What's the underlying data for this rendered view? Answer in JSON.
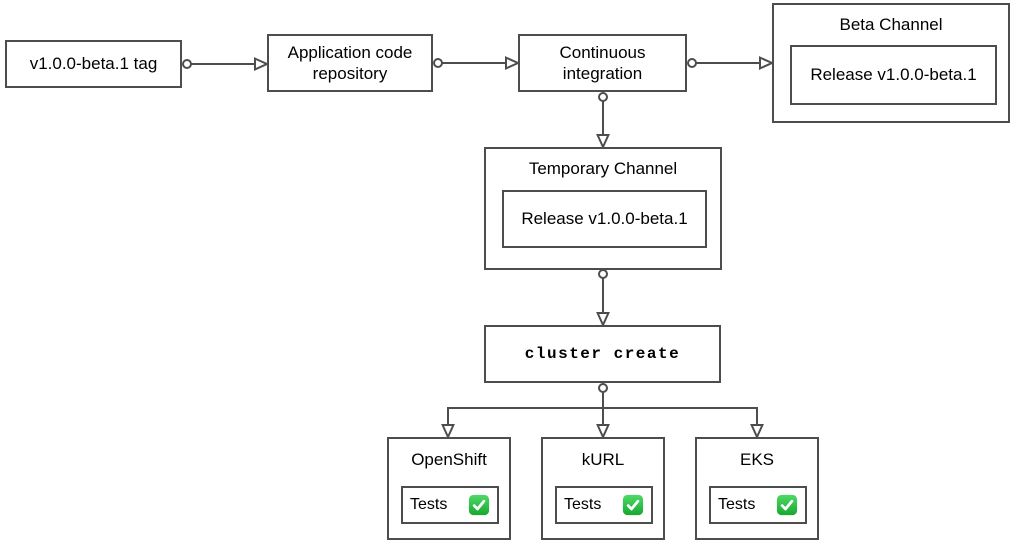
{
  "colors": {
    "border": "#4d4d4d",
    "line": "#4d4d4d",
    "background": "#ffffff",
    "text": "#000000",
    "check_green_top": "#50d968",
    "check_green_bottom": "#17a82f"
  },
  "nodes": {
    "tag": {
      "label": "v1.0.0-beta.1 tag"
    },
    "repo": {
      "label": "Application code repository"
    },
    "ci": {
      "label": "Continuous integration"
    },
    "beta_channel": {
      "title": "Beta Channel",
      "release_label": "Release v1.0.0-beta.1"
    },
    "temporary_channel": {
      "title": "Temporary Channel",
      "release_label": "Release v1.0.0-beta.1"
    },
    "cluster_create": {
      "label": "cluster create"
    },
    "clusters": [
      {
        "title": "OpenShift",
        "tests_label": "Tests",
        "status_icon": "check-mark-button"
      },
      {
        "title": "kURL",
        "tests_label": "Tests",
        "status_icon": "check-mark-button"
      },
      {
        "title": "EKS",
        "tests_label": "Tests",
        "status_icon": "check-mark-button"
      }
    ]
  },
  "edges": [
    {
      "from": "tag",
      "to": "repo"
    },
    {
      "from": "repo",
      "to": "ci"
    },
    {
      "from": "ci",
      "to": "beta_channel"
    },
    {
      "from": "ci",
      "to": "temporary_channel"
    },
    {
      "from": "temporary_channel",
      "to": "cluster_create"
    },
    {
      "from": "cluster_create",
      "to": "OpenShift"
    },
    {
      "from": "cluster_create",
      "to": "kURL"
    },
    {
      "from": "cluster_create",
      "to": "EKS"
    }
  ]
}
